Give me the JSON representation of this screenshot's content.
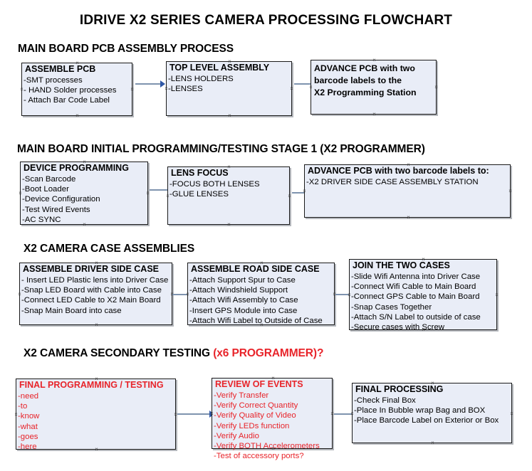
{
  "title": "IDRIVE X2  SERIES CAMERA PROCESSING FLOWCHART",
  "colors": {
    "node_fill": "#e9edf7",
    "node_border": "#1a1a1a",
    "arrow_shaft": "#7e93ae",
    "arrow_head": "#2f57a6",
    "accent_red": "#e8242a",
    "text": "#000000"
  },
  "sections": [
    {
      "heading": "MAIN BOARD PCB ASSEMBLY PROCESS",
      "heading_accent": "",
      "nodes": [
        {
          "title": "ASSEMBLE PCB",
          "lines": [
            "-SMT processes",
            "- HAND Solder processes",
            "- Attach Bar Code Label"
          ]
        },
        {
          "title": "TOP LEVEL ASSEMBLY",
          "lines": [
            "-LENS HOLDERS",
            "-LENSES"
          ]
        },
        {
          "title": "",
          "lines": [
            "ADVANCE PCB with two",
            "barcode labels to the",
            " X2 Programming Station"
          ]
        }
      ]
    },
    {
      "heading": "MAIN BOARD INITIAL PROGRAMMING/TESTING STAGE 1 (X2 PROGRAMMER)",
      "heading_accent": "",
      "nodes": [
        {
          "title": "DEVICE PROGRAMMING",
          "lines": [
            "-Scan Barcode",
            "-Boot Loader",
            "-Device Configuration",
            "-Test Wired Events",
            "-AC SYNC"
          ]
        },
        {
          "title": "LENS FOCUS",
          "lines": [
            "-FOCUS BOTH LENSES",
            "-GLUE LENSES"
          ]
        },
        {
          "title": "ADVANCE PCB with two barcode labels to:",
          "lines": [
            "-X2 DRIVER  SIDE  CASE  ASSEMBLY STATION"
          ]
        }
      ]
    },
    {
      "heading": "X2 CAMERA CASE ASSEMBLIES",
      "heading_accent": "",
      "nodes": [
        {
          "title": "ASSEMBLE DRIVER SIDE CASE",
          "lines": [
            "- Insert LED Plastic lens into Driver Case",
            "-Snap LED Board with Cable into Case",
            "-Connect LED Cable to X2 Main Board",
            "-Snap Main Board into case"
          ]
        },
        {
          "title": "ASSEMBLE ROAD SIDE CASE",
          "lines": [
            "-Attach Support Spur to Case",
            "-Attach Windshield Support",
            "-Attach Wifi Assembly to Case",
            "-Insert GPS Module into Case",
            "-Attach Wifi Label to Outside of Case"
          ]
        },
        {
          "title": "JOIN THE TWO CASES",
          "lines": [
            "-Slide Wifi Antenna into Driver Case",
            "-Connect Wifi Cable to Main Board",
            "-Connect GPS Cable to Main Board",
            "-Snap Cases Together",
            "-Attach S/N Label to outside of case",
            "-Secure cases with Screw"
          ]
        }
      ]
    },
    {
      "heading": "X2 CAMERA SECONDARY TESTING ",
      "heading_accent": "(x6 PROGRAMMER)?",
      "nodes": [
        {
          "title": "FINAL PROGRAMMING / TESTING",
          "lines": [
            "-need",
            "-to",
            "-know",
            "-what",
            "-goes",
            "-here"
          ]
        },
        {
          "title": "REVIEW OF EVENTS",
          "lines": [
            "-Verify Transfer",
            "-Verify Correct Quantity",
            "-Verify Quality of Video",
            "-Verify LEDs function",
            "-Verify Audio",
            "-Verify BOTH Accelerometers",
            "-Test of accessory ports?"
          ]
        },
        {
          "title": "FINAL PROCESSING",
          "lines": [
            " -Check Final Box",
            "-Place In Bubble wrap Bag and BOX",
            "-Place Barcode Label on Exterior or Box"
          ]
        }
      ]
    }
  ]
}
